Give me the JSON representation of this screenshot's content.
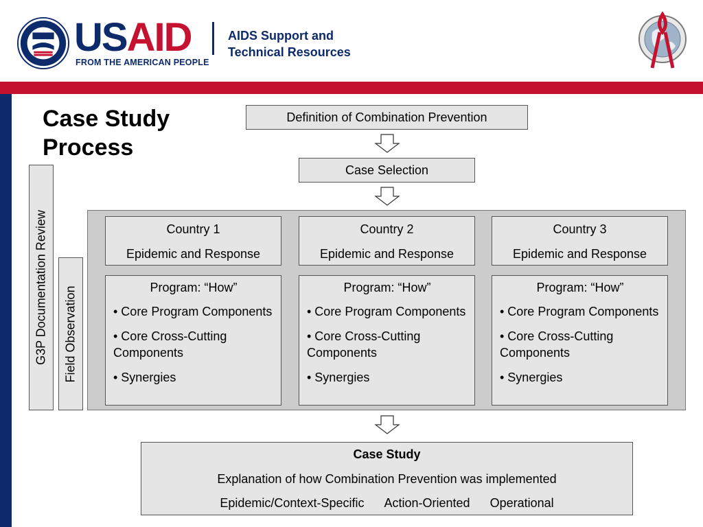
{
  "header": {
    "brand_us": "US",
    "brand_aid": "AID",
    "tagline": "FROM THE AMERICAN PEOPLE",
    "title_line1": "AIDS Support and",
    "title_line2": "Technical Resources",
    "seal_icon": "usaid-seal-icon",
    "right_icon": "pepfar-globe-ribbon-icon",
    "colors": {
      "navy": "#0d2a6b",
      "red": "#c41230",
      "box_fill": "#e5e5e6",
      "panel_fill": "#cccccc"
    }
  },
  "slide": {
    "title_line1": "Case Study",
    "title_line2": "Process"
  },
  "flow": {
    "definition": "Definition of Combination Prevention",
    "selection": "Case Selection",
    "side_left": "G3P Documentation Review",
    "side_right": "Field Observation",
    "countries": [
      {
        "name": "Country 1",
        "subtitle": "Epidemic and Response",
        "program_title": "Program: “How”",
        "bullets": [
          "• Core Program Components",
          "• Core Cross-Cutting Components",
          "• Synergies"
        ]
      },
      {
        "name": "Country 2",
        "subtitle": "Epidemic and Response",
        "program_title": "Program: “How”",
        "bullets": [
          "• Core Program Components",
          "• Core Cross-Cutting Components",
          "• Synergies"
        ]
      },
      {
        "name": "Country 3",
        "subtitle": "Epidemic and Response",
        "program_title": "Program: “How”",
        "bullets": [
          "• Core Program Components",
          "• Core Cross-Cutting Components",
          "• Synergies"
        ]
      }
    ],
    "case_study": {
      "title": "Case Study",
      "explanation": "Explanation of how Combination Prevention was implemented",
      "tags": [
        "Epidemic/Context-Specific",
        "Action-Oriented",
        "Operational"
      ]
    }
  }
}
